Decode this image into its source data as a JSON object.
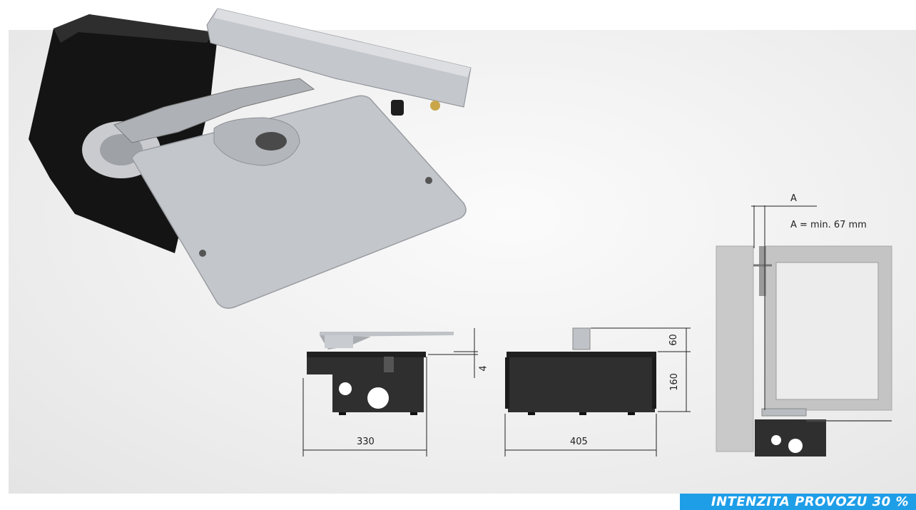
{
  "dimensions": {
    "width_330": "330",
    "width_405": "405",
    "thickness_4": "4",
    "height_60": "60",
    "height_160": "160",
    "label_a": "A",
    "label_a_min": "A = min. 67 mm"
  },
  "banner": {
    "text": "INTENZITA PROVOZU 30 %"
  },
  "colors": {
    "accent": "#1f9ee8",
    "panel": "#ececec",
    "box": "#2b2b2b",
    "steel": "#b9bcc0"
  }
}
